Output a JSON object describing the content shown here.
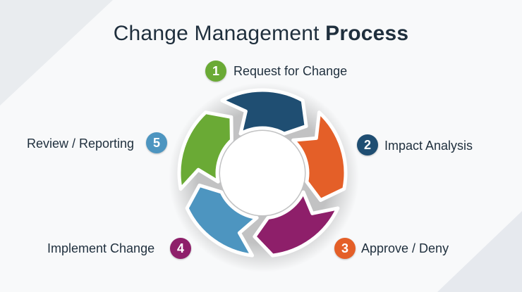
{
  "title": {
    "regular": "Change Management ",
    "bold": "Process"
  },
  "colors": {
    "step1": "#6aaa35",
    "step2": "#1f4e72",
    "step3": "#e45f28",
    "step4": "#8e1f6a",
    "step5": "#4d95c0",
    "text": "#1f2f3d"
  },
  "steps": [
    {
      "number": "1",
      "label": "Request for Change"
    },
    {
      "number": "2",
      "label": "Impact Analysis"
    },
    {
      "number": "3",
      "label": "Approve / Deny"
    },
    {
      "number": "4",
      "label": "Implement Change"
    },
    {
      "number": "5",
      "label": "Review / Reporting"
    }
  ]
}
